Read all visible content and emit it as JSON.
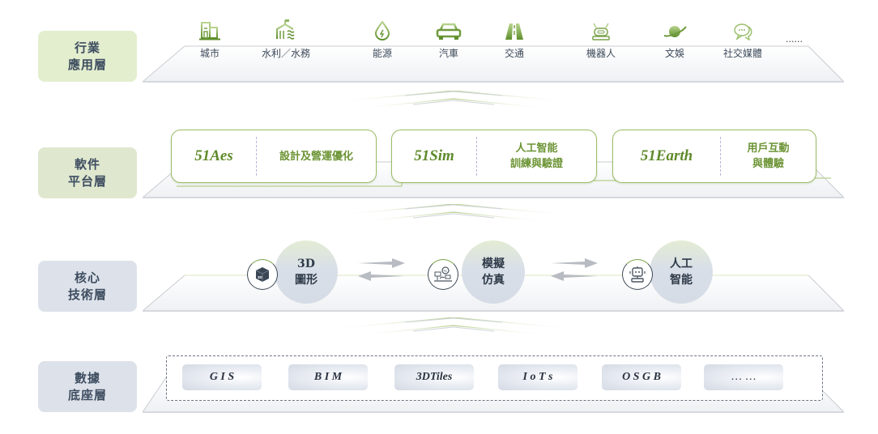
{
  "layers": {
    "industry": {
      "label_line1": "行業",
      "label_line2": "應用層",
      "items": [
        {
          "label": "城市",
          "icon": "building-icon"
        },
        {
          "label": "水利／水務",
          "icon": "water-conservancy-icon"
        },
        {
          "label": "能源",
          "icon": "energy-drop-icon"
        },
        {
          "label": "汽車",
          "icon": "car-icon"
        },
        {
          "label": "交通",
          "icon": "road-icon"
        },
        {
          "label": "機器人",
          "icon": "robot-icon"
        },
        {
          "label": "文娛",
          "icon": "planet-icon"
        },
        {
          "label": "社交媒體",
          "icon": "chat-icon"
        }
      ],
      "more": "......"
    },
    "software": {
      "label_line1": "軟件",
      "label_line2": "平台層",
      "products": [
        {
          "name": "51Aes",
          "desc_line1": "設計及營運優化",
          "desc_line2": ""
        },
        {
          "name": "51Sim",
          "desc_line1": "人工智能",
          "desc_line2": "訓練與驗證"
        },
        {
          "name": "51Earth",
          "desc_line1": "用戶互動",
          "desc_line2": "與體驗"
        }
      ]
    },
    "core": {
      "label_line1": "核心",
      "label_line2": "技術層",
      "techs": [
        {
          "line1": "3D",
          "line2": "圖形",
          "icon": "3d-cube-icon"
        },
        {
          "line1": "模擬",
          "line2": "仿真",
          "icon": "simulation-icon"
        },
        {
          "line1": "人工",
          "line2": "智能",
          "icon": "ai-robot-icon"
        }
      ]
    },
    "data": {
      "label_line1": "數據",
      "label_line2": "底座層",
      "sources": [
        "G I S",
        "B I M",
        "3DTiles",
        "I o T s",
        "O S G B",
        "… …"
      ]
    }
  },
  "colors": {
    "green_accent": "#6c9435",
    "green_label_bg": "#e3eecf",
    "gray_label_bg": "#dde2ea",
    "text_dark": "#3e4d60"
  }
}
